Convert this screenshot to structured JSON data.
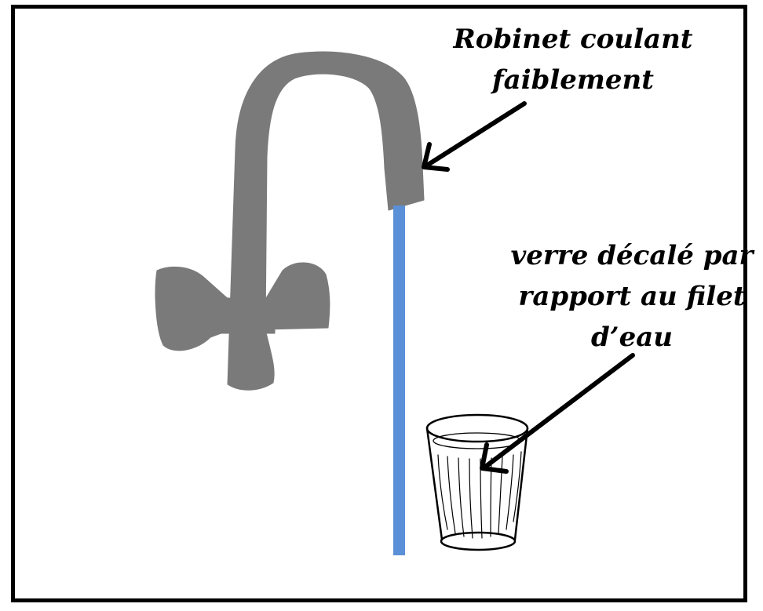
{
  "labels": {
    "faucet": [
      "Robinet coulant",
      "faiblement"
    ],
    "glass": [
      "verre décalé par",
      "rapport au filet",
      "d’eau"
    ]
  },
  "colors": {
    "faucet": "#7a7a7a",
    "water": "#5b8fd8",
    "outline": "#000000",
    "background": "#ffffff"
  },
  "icons": {
    "faucet": "faucet-icon",
    "water": "water-stream",
    "glass": "drinking-glass-icon",
    "arrow_faucet": "arrow-to-faucet",
    "arrow_glass": "arrow-to-glass"
  }
}
